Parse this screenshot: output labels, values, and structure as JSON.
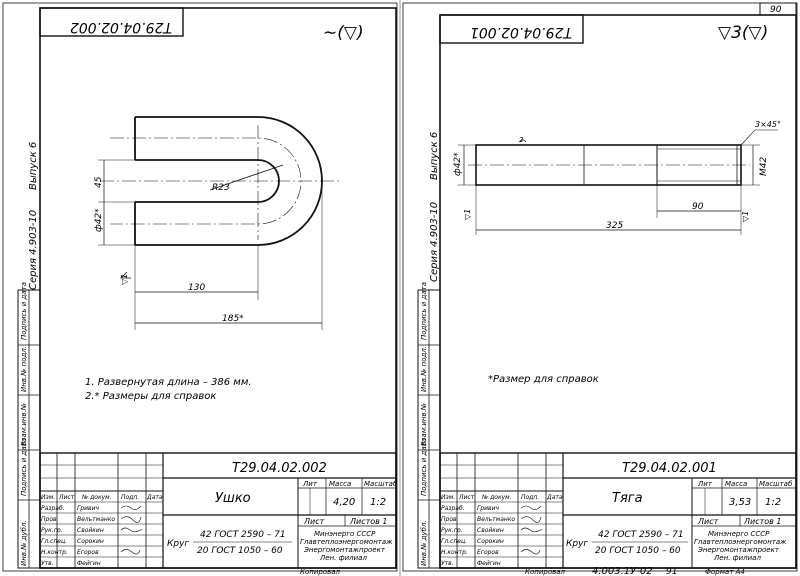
{
  "page_number": "90",
  "left": {
    "top_stamp": "Т29.04.02.002",
    "roughness": "∼(▽)",
    "series": "Серия 4.903-10",
    "issue": "Выпуск 6",
    "dims": {
      "r": "R23",
      "d": "ф42*",
      "h45": "45",
      "l130": "130",
      "l185": "185*",
      "surf": "▽1"
    },
    "notes": [
      "1. Развернутая длина – 386 мм.",
      "2.* Размеры для справок"
    ],
    "side_labels": [
      "Подпись и дата",
      "Инв.№ подл.",
      "Подпись и дата",
      "Взам.инв.№",
      "Инв.№ дубл."
    ],
    "title_block": {
      "code": "Т29.04.02.002",
      "name": "Ушко",
      "lit_label": "Лит",
      "mass_label": "Масса",
      "scale_label": "Масштаб",
      "mass": "4,20",
      "scale": "1:2",
      "sheet": "Лист",
      "sheets": "Листов 1",
      "org": [
        "Минэнерго СССР",
        "Главтеплоэнергомонтаж",
        "Энергомонтажпроект",
        "Лен. филиал"
      ],
      "material_label": "Круг",
      "material_1": "42 ГОСТ 2590 – 71",
      "material_2": "20 ГОСТ 1050 – 60",
      "header": [
        "Изм.",
        "Лист",
        "№ докум.",
        "Подп.",
        "Дата"
      ],
      "roles": [
        "Разраб.",
        "Пров.",
        "Рук.гр.",
        "Гл.спец.",
        "Н.контр.",
        "Утв."
      ],
      "names": [
        "Гривич",
        "Вельтманко",
        "Свойкин",
        "Сорокин",
        "Егоров",
        "Фейгин"
      ]
    },
    "footer": "Копировал"
  },
  "right": {
    "top_stamp": "Т29.04.02.001",
    "roughness": "▽3(▽)",
    "series": "Серия 4.903-10",
    "issue": "Выпуск 6",
    "dims": {
      "d": "ф42*",
      "m": "М42",
      "chamfer": "3×45°",
      "l90": "90",
      "l325": "325",
      "surf1": "▽1",
      "surf2": "▽1",
      "curve": "2"
    },
    "note": "*Размер для справок",
    "side_labels": [
      "Подпись и дата",
      "Инв.№ подл.",
      "Подпись и дата",
      "Взам.инв.№",
      "Инв.№ дубл."
    ],
    "title_block": {
      "code": "Т29.04.02.001",
      "name": "Тяга",
      "lit_label": "Лит",
      "mass_label": "Масса",
      "scale_label": "Масштаб",
      "mass": "3,53",
      "scale": "1:2",
      "sheet": "Лист",
      "sheets": "Листов 1",
      "org": [
        "Минэнерго СССР",
        "Главтеплоэнергомонтаж",
        "Энергомонтажпроект",
        "Лен. филиал"
      ],
      "material_label": "Круг",
      "material_1": "42 ГОСТ 2590 – 71",
      "material_2": "20 ГОСТ 1050 – 60",
      "header": [
        "Изм.",
        "Лист",
        "№ докум.",
        "Подп.",
        "Дата"
      ],
      "roles": [
        "Разраб.",
        "Пров.",
        "Рук.гр.",
        "Гл.спец.",
        "Н.контр.",
        "Утв."
      ],
      "names": [
        "Гривич",
        "Вельтманко",
        "Свойкин",
        "Сорокин",
        "Егоров",
        "Фейгин"
      ]
    },
    "footer_left": "Копировал",
    "footer_code": "4.003.1У-02",
    "footer_num": "91",
    "footer_right": "Формат А4"
  }
}
